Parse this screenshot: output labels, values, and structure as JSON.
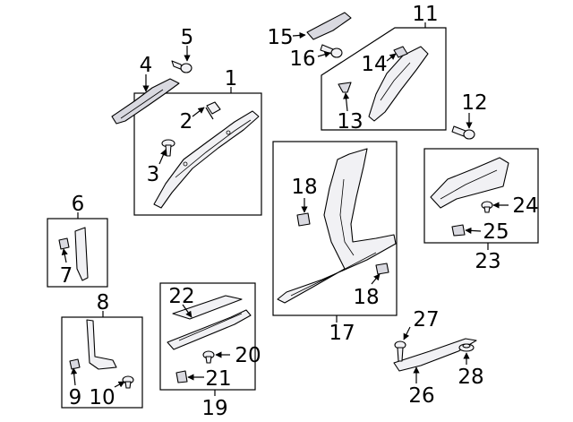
{
  "callouts": {
    "n1": "1",
    "n2": "2",
    "n3": "3",
    "n4": "4",
    "n5": "5",
    "n6": "6",
    "n7": "7",
    "n8": "8",
    "n9": "9",
    "n10": "10",
    "n11": "11",
    "n12": "12",
    "n13": "13",
    "n14": "14",
    "n15": "15",
    "n16": "16",
    "n17": "17",
    "n18a": "18",
    "n18b": "18",
    "n19": "19",
    "n20": "20",
    "n21": "21",
    "n22": "22",
    "n23": "23",
    "n24": "24",
    "n25": "25",
    "n26": "26",
    "n27": "27",
    "n28": "28"
  },
  "colors": {
    "line": "#000000",
    "part_fill": "#f1f1f4",
    "background": "#ffffff"
  }
}
